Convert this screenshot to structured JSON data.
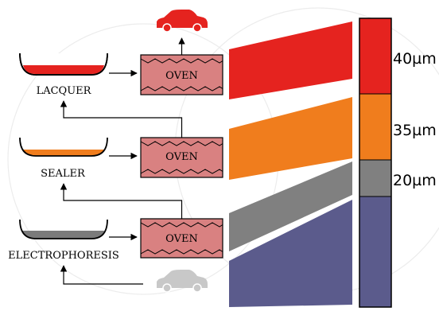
{
  "stages": [
    {
      "name": "LACQUER",
      "oven_label": "OVEN",
      "coat_color": "#e5231f"
    },
    {
      "name": "SEALER",
      "oven_label": "OVEN",
      "coat_color": "#f07d1d"
    },
    {
      "name": "ELECTROPHORESIS",
      "oven_label": "OVEN",
      "coat_color": "#7b7b7b"
    }
  ],
  "layers": [
    {
      "thickness": "40µm",
      "color": "#e5231f"
    },
    {
      "thickness": "35µm",
      "color": "#f07d1d"
    },
    {
      "thickness": "20µm",
      "color": "#808080"
    },
    {
      "thickness": "",
      "color": "#5b5b8c"
    }
  ],
  "colors": {
    "oven_fill": "#d98181",
    "car_finished": "#e5231f",
    "car_raw": "#c8c8c8",
    "substrate": "#5b5b8c"
  },
  "icons": {
    "finished_car": "red-car-icon",
    "raw_car": "grey-car-icon"
  }
}
